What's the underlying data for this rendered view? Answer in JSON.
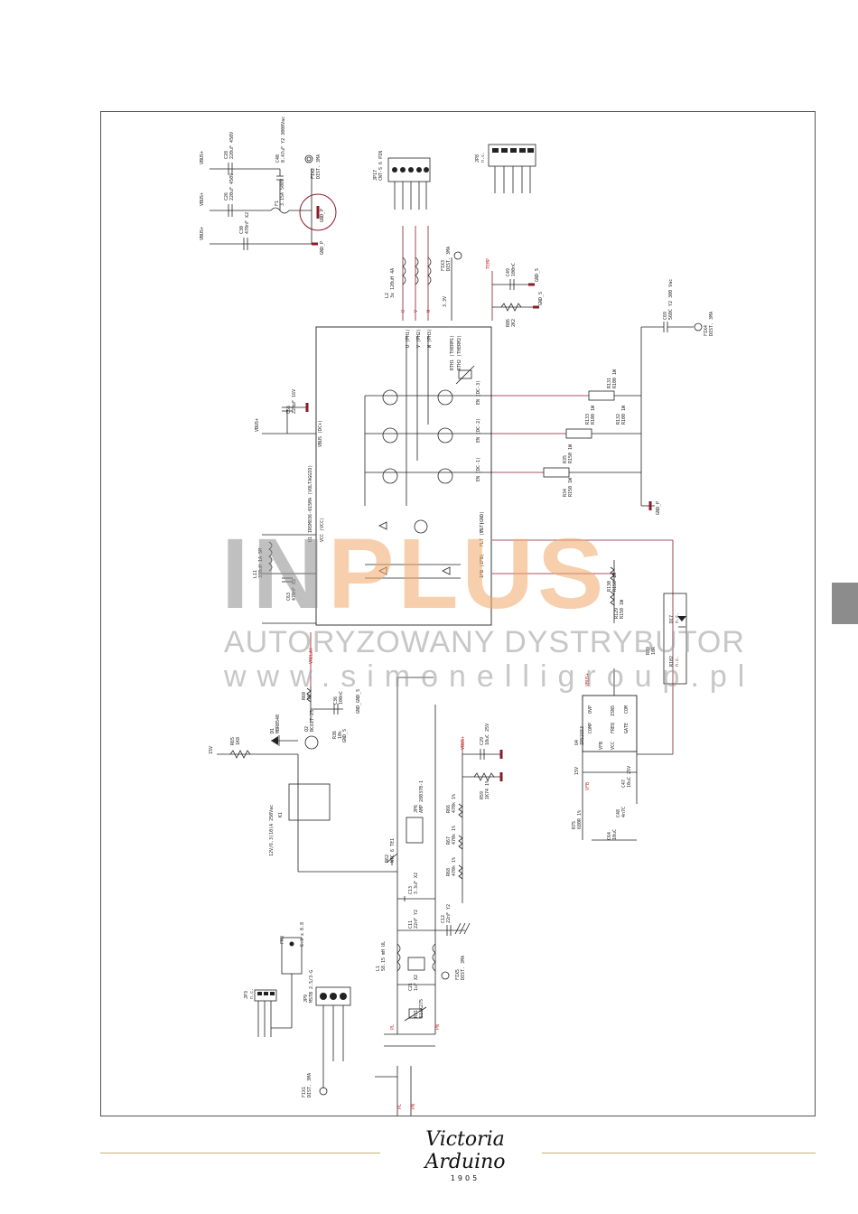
{
  "schematic": {
    "ic_label": "U1",
    "ic_part": "IRSM836-015MA (VOLTAGGIO)",
    "ic_pins": [
      "VBUS (DC+)",
      "U (PH1)",
      "V (PH2)",
      "W (PH3)",
      "RTH1 (THERM1)",
      "RTH2 (THERM2)",
      "EN (DC-1)",
      "EN (DC-2)",
      "EN (DC-3)",
      "VS (GND)",
      "IFB (IFB)",
      "FLT (FLT)",
      "VCC (VCC)"
    ],
    "labels": {
      "vbus1": "VBUS+",
      "vbus2": "VBUS+",
      "vbus3": "VBUS+",
      "vbus4": "VBUS+",
      "c28": "C28",
      "c28v": "220uF 450V",
      "c26": "C26",
      "c26v": "220uF 450V",
      "c30": "C30",
      "c30v": "470nF X2",
      "c40": "C40",
      "c40v": "0.47uF Y2 3000Vac",
      "f1": "F1",
      "f1v": "3.15A 500V",
      "gnd_p1": "GND_P",
      "gnd_p2": "GND_P",
      "fix2": "FIX2",
      "fix2v": "DIST. 3MA",
      "jp17": "JP17",
      "jp17v": "CNT-S 6 PIN",
      "jp8": "JP8",
      "jp8v": "n.c.",
      "l2": "L2",
      "l2v": "3x 120uH 4A",
      "fix3": "FIX3",
      "fix3v": "DIST. 3MA",
      "temp": "TEMP",
      "c49": "C49",
      "c49v": "100nC",
      "r86": "R86",
      "r86v": "2K2",
      "gnd_s1": "GND_S",
      "gnd_s2": "GND_S",
      "c69": "C69",
      "c69v": "560C Y2 300 Vac",
      "fix4": "FIX4",
      "fix4v": "DIST. 3MA",
      "c56": "C56",
      "c56v": "220pF 16V",
      "r131": "R131",
      "r131v": "R100 1W",
      "r132": "R132",
      "r132v": "R100 1W",
      "r133": "R133",
      "r133v": "R100 1W",
      "r34": "R34",
      "r34v": "R150 1W",
      "r35": "R35",
      "r35v": "R150 1W",
      "gnd_p3": "GND_P",
      "l11": "L11",
      "l11v": "330uH 1A 5M",
      "c63": "C63",
      "c63v": "470nF X2",
      "r130": "R130",
      "r130v": "R150 1W",
      "r129": "R129",
      "r129v": "R150 1W",
      "d17": "D17",
      "d17v": "n.c.",
      "r89": "R89",
      "r89v": "10R",
      "r102": "R102",
      "r102v": "n.c.",
      "vbuscap": "VBUS+",
      "u4": "U4",
      "u4v": "IRS2153",
      "pin_ovp": "OVP",
      "pin_isns": "ISNS",
      "pin_comp": "COMP",
      "pin_freq": "FREQ",
      "pin_vfb": "VFB",
      "pin_vcc": "VCC",
      "pin_gate": "GATE",
      "pin_com": "COM",
      "v15a": "15V",
      "v15b": "15V",
      "vfb": "VFB",
      "c47": "C47",
      "c47v": "10uC 25V",
      "c48": "C48",
      "c48v": "4n7C",
      "c64": "C64",
      "c64v": "10uC",
      "r75": "R75",
      "r75v": "680R 1%",
      "r60": "R60",
      "r60v": "1K",
      "c36": "C36",
      "c36v": "100nC",
      "gnd_s3": "GND_S",
      "gnd_gnd_s": "GND_GND_S",
      "d1": "D1",
      "d1v": "MBR0540",
      "q2": "Q2",
      "q2v": "BC817-25",
      "r36": "R36",
      "r36v": "10k",
      "r65": "R65",
      "r65v": "1K8",
      "v15c": "15V",
      "k1": "K1",
      "k1v": "12V/6.3(10)A 250Vac",
      "r62": "R62",
      "r62v": "NTC 6 TE1",
      "jp6": "JP6",
      "jp6v": "AMP 280370-1",
      "vbus5": "VBUS+",
      "c29": "C29",
      "c29v": "10uC 25V",
      "r59": "R59",
      "r59v": "1K74 1%",
      "r66": "R66",
      "r66v": "470k 1%",
      "r67": "R67",
      "r67v": "470k 1%",
      "r68": "R68",
      "r68v": "470k 1%",
      "c13": "C13",
      "c13v": "3.3uF X2",
      "c12": "C12",
      "c12v": "22nF Y2",
      "c11": "C11",
      "c11v": "22nF Y2",
      "l1": "L1",
      "l1v": "58.15 mH UL",
      "c21": "C21",
      "c21v": "1uF X2",
      "rv1": "RV1",
      "rv1v": "S14K275",
      "fix5": "FIX5",
      "fix5v": "DIST. 3MA",
      "fm3": "FM3",
      "fm3v": "6.3 x 0.8",
      "jp3": "JP3",
      "jp3v": "n.c.",
      "jp9": "JP9",
      "jp9v": "MSTB 2.5/3-G",
      "fix1": "FIX1",
      "fix1v": "DIST. 3MA",
      "pl": "PL",
      "pn": "PN",
      "pl2": "PL",
      "pn2": "PN",
      "u_out": "U",
      "v_out": "V",
      "w_out": "W",
      "v33": "3.3V",
      "vrelay": "VRELAY"
    }
  },
  "watermark": {
    "logo_in": "IN",
    "logo_plus": "PLUS",
    "line1": "AUTORYZOWANY DYSTRYBUTOR",
    "line2": "www.simonelligroup.pl"
  },
  "footer": {
    "brand": "Victoria Arduino",
    "year": "1905"
  }
}
